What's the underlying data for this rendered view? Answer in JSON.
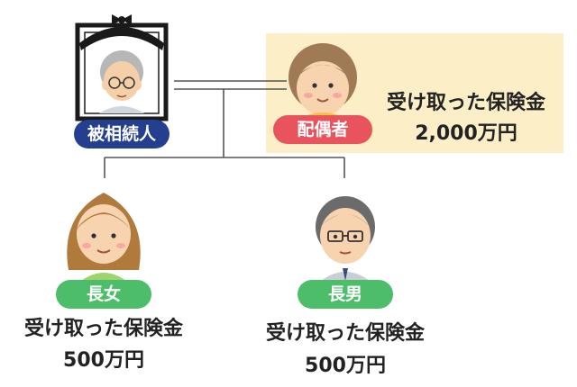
{
  "deceased": {
    "label": "被相続人"
  },
  "spouse": {
    "label": "配偶者",
    "received_label": "受け取った保険金",
    "amount": "2,000万円"
  },
  "daughter": {
    "label": "長女",
    "received_label": "受け取った保険金",
    "amount": "500万円"
  },
  "son": {
    "label": "長男",
    "received_label": "受け取った保険金",
    "amount": "500万円"
  },
  "colors": {
    "deceased_badge": "#243f8f",
    "spouse_badge": "#e8535d",
    "child_badge": "#4cbe6a",
    "spouse_panel": "#fcefc7"
  },
  "icons": [
    "memorial-portrait-icon",
    "spouse-avatar-icon",
    "daughter-avatar-icon",
    "son-avatar-icon"
  ]
}
